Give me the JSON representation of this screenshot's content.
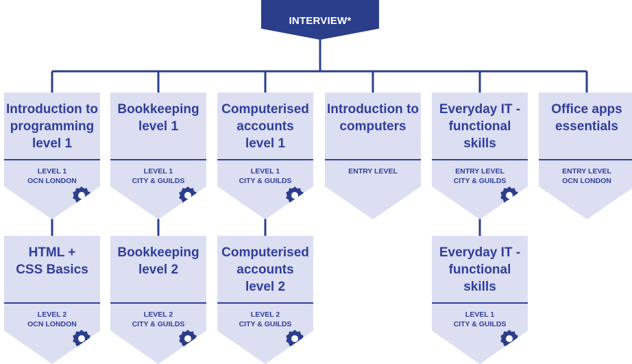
{
  "root": {
    "label": "INTERVIEW*"
  },
  "colors": {
    "primary": "#2b3e8c",
    "text": "#2e3f9a",
    "card": "#dcdef2",
    "badge_inner": "#ffffff"
  },
  "row1": [
    {
      "title": "Introduction to\nprogramming\nlevel 1",
      "meta": "LEVEL 1\nOCN LONDON",
      "certified": true
    },
    {
      "title": "Bookkeeping\nlevel 1",
      "meta": "LEVEL 1\nCITY & GUILDS",
      "certified": true
    },
    {
      "title": "Computerised\naccounts\nlevel 1",
      "meta": "LEVEL 1\nCITY & GUILDS",
      "certified": true
    },
    {
      "title": "Introduction to\ncomputers",
      "meta": "ENTRY LEVEL",
      "certified": false
    },
    {
      "title": "Everyday IT -\nfunctional\nskills",
      "meta": "ENTRY LEVEL\nCITY & GUILDS",
      "certified": true
    },
    {
      "title": "Office apps\nessentials",
      "meta": "ENTRY LEVEL\nOCN LONDON",
      "certified": false
    }
  ],
  "row2": [
    {
      "title": "HTML +\nCSS Basics",
      "meta": "LEVEL 2\nOCN LONDON",
      "certified": true
    },
    {
      "title": "Bookkeeping\nlevel 2",
      "meta": "LEVEL 2\nCITY & GUILDS",
      "certified": true
    },
    {
      "title": "Computerised\naccounts\nlevel 2",
      "meta": "LEVEL 2\nCITY & GUILDS",
      "certified": true
    },
    {
      "title": "Everyday IT -\nfunctional\nskills",
      "meta": "LEVEL 1\nCITY & GUILDS",
      "certified": true
    }
  ]
}
